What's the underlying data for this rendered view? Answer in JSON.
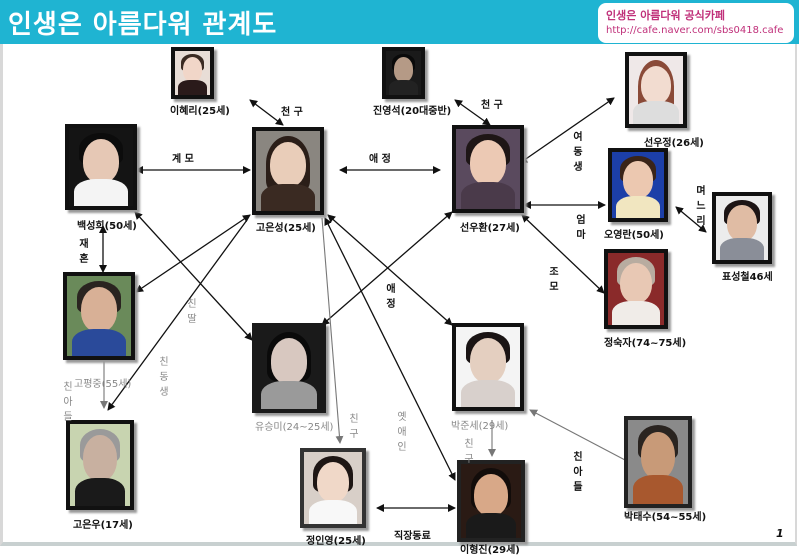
{
  "header": {
    "title": "인생은 아름다워 관계도",
    "cafe_name": "인생은 아름다워 공식카페",
    "cafe_url": "http://cafe.naver.com/sbs0418.cafe",
    "bg_color": "#1fb4d2"
  },
  "people": [
    {
      "id": "lee_hyeri",
      "name": "이혜리(25세)"
    },
    {
      "id": "jin_youngseok",
      "name": "진영석(20대중반)"
    },
    {
      "id": "baek_sunghee",
      "name": "백성희(50세)"
    },
    {
      "id": "go_eunsung",
      "name": "고은성(25세)"
    },
    {
      "id": "sun_woohwan",
      "name": "선우환(27세)"
    },
    {
      "id": "sun_woojung",
      "name": "선우정(26세)"
    },
    {
      "id": "oh_youngran",
      "name": "오영란(50세)"
    },
    {
      "id": "pyo_sungchul",
      "name": "표성철46세"
    },
    {
      "id": "jung_sookja",
      "name": "정숙자(74~75세)"
    },
    {
      "id": "go_pyungjung",
      "name": "고평중(55세)"
    },
    {
      "id": "yoo_seungmi",
      "name": "유승미(24~25세)"
    },
    {
      "id": "park_joonse",
      "name": "박준세(29세)"
    },
    {
      "id": "go_eunwoo",
      "name": "고은우(17세)"
    },
    {
      "id": "jung_inyoung",
      "name": "정인영(25세)"
    },
    {
      "id": "lee_hyungjin",
      "name": "이형진(29세)"
    },
    {
      "id": "park_taesu",
      "name": "박태수(54~55세)"
    }
  ],
  "relations": {
    "friend1": "천 구",
    "friend2": "천 구",
    "stepmother": "계 모",
    "love1": "애 정",
    "younger_sister": "여동생",
    "mother": "엄마",
    "daughter_in_law": "며느리",
    "grandmother": "조모",
    "remarriage": "재혼",
    "biological_daughter": "친딸",
    "love2": "애정",
    "biological_sibling": "친동생",
    "biological_son1": "친아들",
    "friend3": "친구",
    "ex_lover": "옛애인",
    "friend4": "친구",
    "coworker": "직장동료",
    "biological_son2": "친아들"
  },
  "page_number": "1"
}
